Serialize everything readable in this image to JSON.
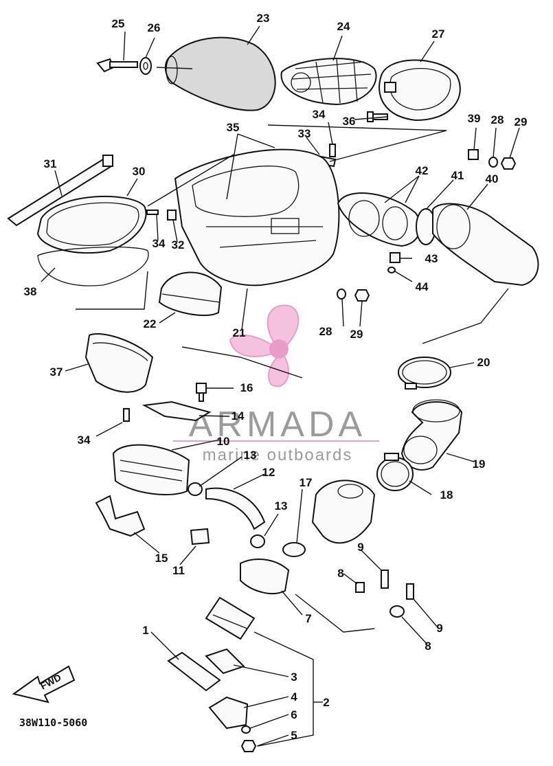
{
  "diagram": {
    "drawing_code": "38W110-5060",
    "direction_label": "FWD",
    "callouts": [
      "25",
      "26",
      "23",
      "24",
      "27",
      "34",
      "36",
      "39",
      "28",
      "29",
      "35",
      "33",
      "31",
      "30",
      "42",
      "41",
      "40",
      "34",
      "32",
      "43",
      "44",
      "38",
      "22",
      "21",
      "28",
      "29",
      "37",
      "20",
      "16",
      "14",
      "34",
      "10",
      "13",
      "12",
      "19",
      "18",
      "17",
      "13",
      "9",
      "15",
      "11",
      "8",
      "7",
      "9",
      "8",
      "1",
      "3",
      "2",
      "4",
      "6",
      "5"
    ]
  },
  "watermark": {
    "brand": "ARMADA",
    "tagline": "marine outboards",
    "accent_color": "#e48cc0"
  }
}
